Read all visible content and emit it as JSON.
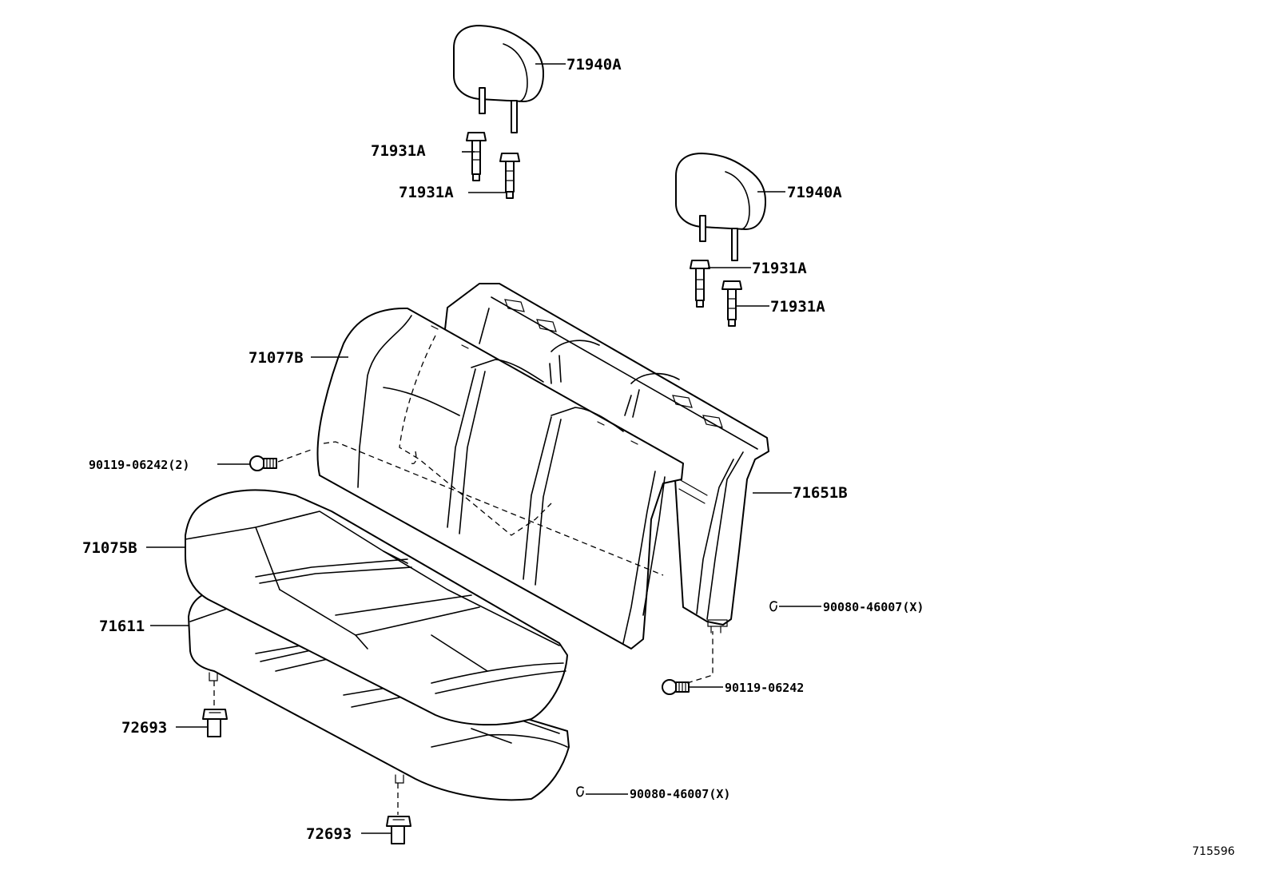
{
  "parts": {
    "headrest_1": "71940A",
    "headrest_2": "71940A",
    "support_1a": "71931A",
    "support_1b": "71931A",
    "support_2a": "71931A",
    "support_2b": "71931A",
    "back_cover": "71077B",
    "bolt_back_left": "90119-06242(2)",
    "back_frame": "71651B",
    "cushion_cover": "71075B",
    "cushion_pad": "71611",
    "hook_back": "90080-46007(X)",
    "bolt_back_right": "90119-06242",
    "clip_1": "72693",
    "clip_2": "72693",
    "hook_cushion": "90080-46007(X)"
  },
  "figure_id": "715596"
}
